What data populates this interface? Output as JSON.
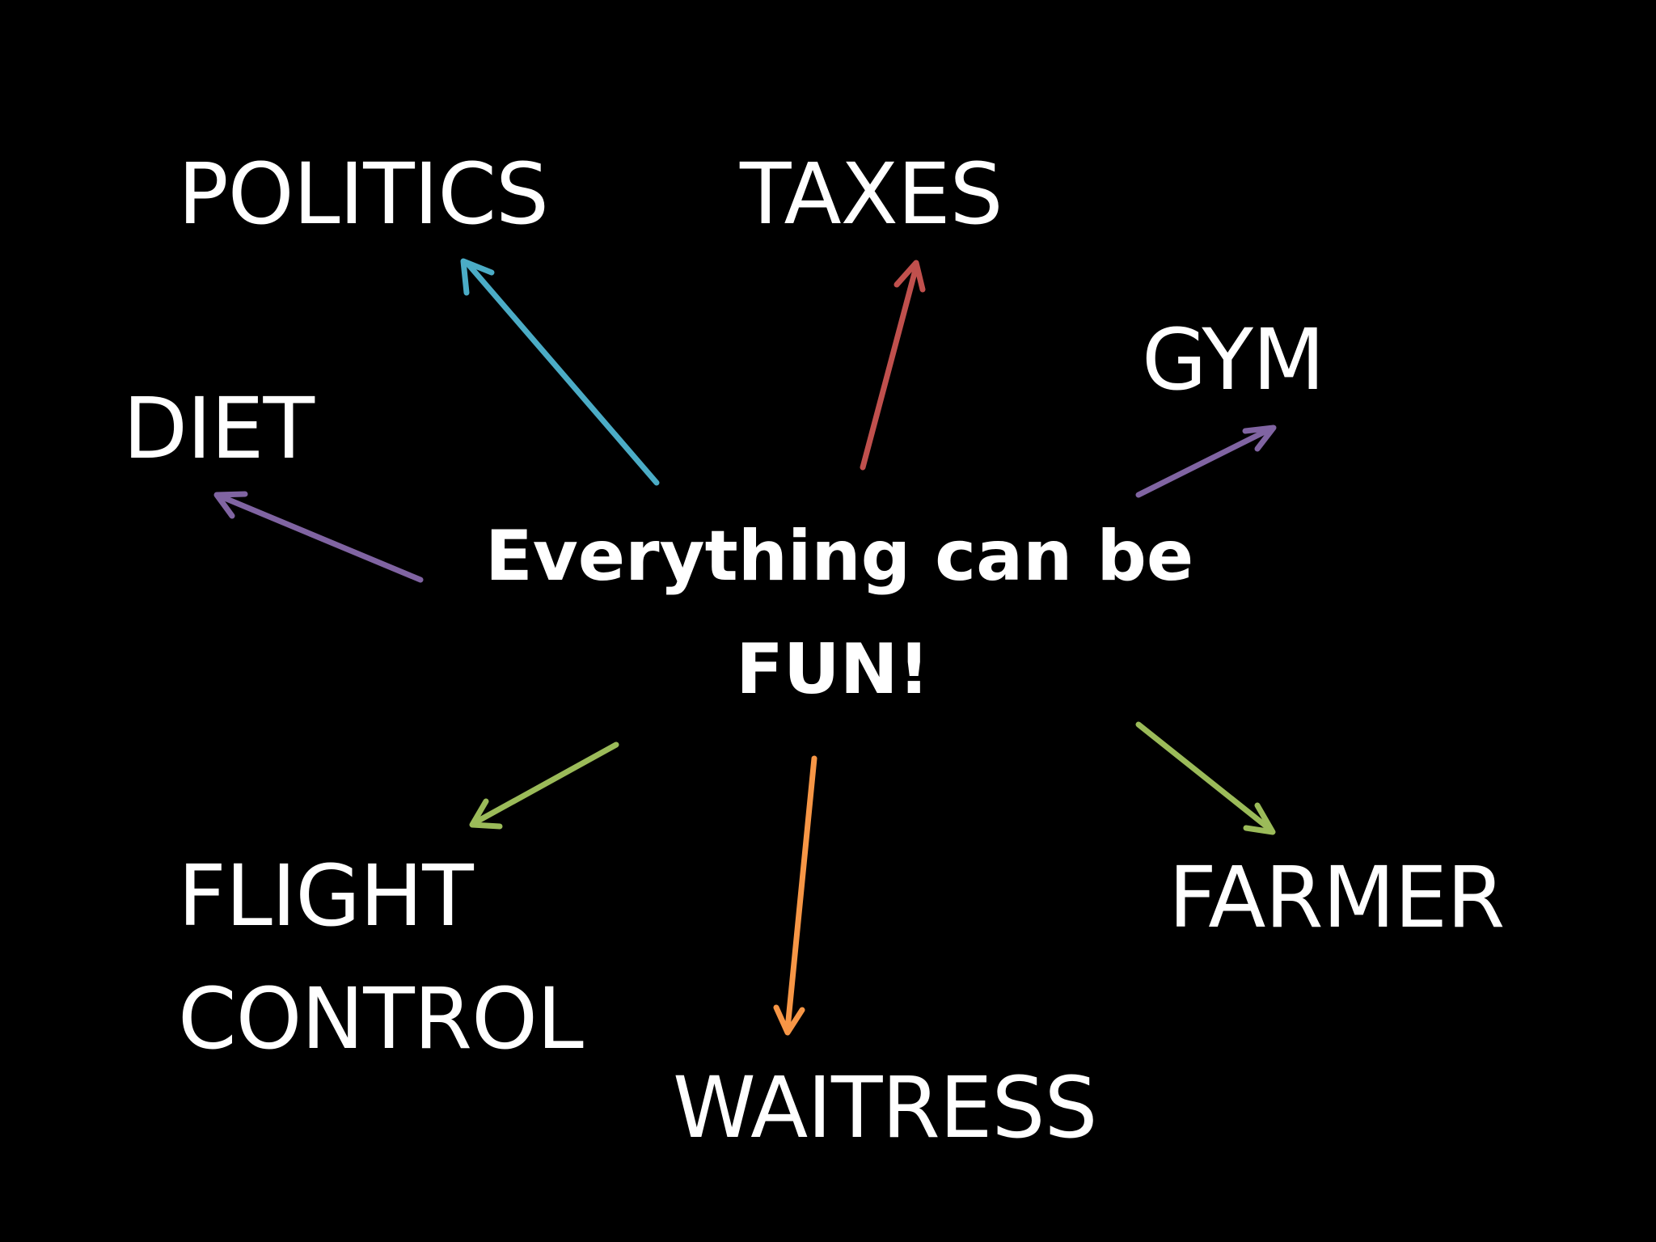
{
  "center": {
    "line1": "Everything can be",
    "line2": "FUN!"
  },
  "terms": {
    "politics": "POLITICS",
    "taxes": "TAXES",
    "gym": "GYM",
    "diet": "DIET",
    "flight_line1": "FLIGHT",
    "flight_line2": "CONTROL",
    "waitress": "WAITRESS",
    "farmer": "FARMER"
  },
  "colors": {
    "background": "#000000",
    "text": "#ffffff",
    "politics_arrow": "#4bacc6",
    "taxes_arrow": "#c0504d",
    "gym_arrow": "#8064a2",
    "diet_arrow": "#8064a2",
    "flight_arrow": "#9bbb59",
    "waitress_arrow": "#f79646",
    "farmer_arrow": "#9bbb59"
  }
}
